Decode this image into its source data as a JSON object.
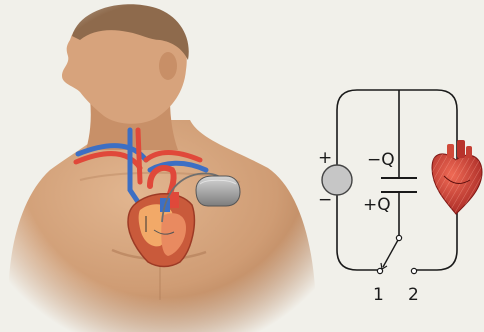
{
  "circuit": {
    "battery_plus": "+",
    "battery_minus": "−",
    "capacitor_top_charge": "−Q",
    "capacitor_bottom_charge": "+Q",
    "switch_terminal_1": "1",
    "switch_terminal_2": "2"
  },
  "icons": {
    "person": "human-torso-illustration",
    "heart_anatomy": "heart-cross-section-icon",
    "pacemaker": "pacemaker-device-icon",
    "battery": "battery-icon",
    "capacitor": "capacitor-icon",
    "switch": "switch-icon",
    "heart_load": "heart-icon"
  },
  "colors": {
    "background": "#f1f0ea",
    "skin": "#d8a77f",
    "artery": "#e0483a",
    "vein": "#3d6fc4",
    "wire": "#1a1a1a",
    "battery_fill": "#c6c6c6",
    "heart": "#c8322d"
  }
}
